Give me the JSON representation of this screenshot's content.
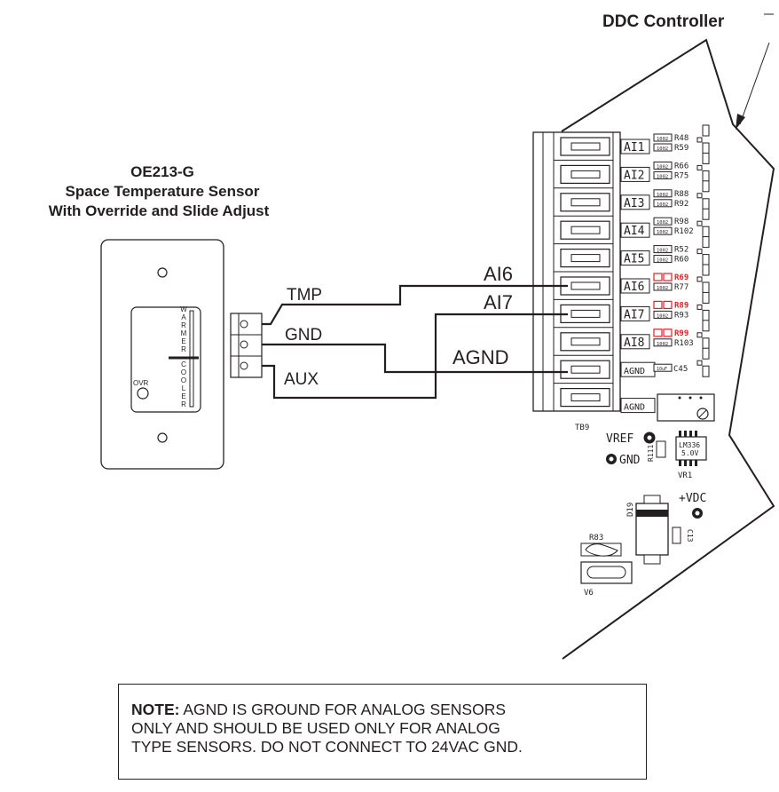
{
  "controller": {
    "title": "DDC Controller",
    "terminal_block": "TB9",
    "inputs": [
      "AI1",
      "AI2",
      "AI3",
      "AI4",
      "AI5",
      "AI6",
      "AI7",
      "AI8",
      "AGND",
      "AGND"
    ],
    "resistors": [
      [
        "R48",
        "R59"
      ],
      [
        "R66",
        "R75"
      ],
      [
        "R88",
        "R92"
      ],
      [
        "R98",
        "R102"
      ],
      [
        "R52",
        "R60"
      ],
      [
        "R69",
        "R77"
      ],
      [
        "R89",
        "R93"
      ],
      [
        "R99",
        "R103"
      ],
      [
        "C45",
        ""
      ]
    ],
    "resistor_code": "1002",
    "cap_code": "10uF",
    "red_color": "#ed1c24",
    "vref_label": "VREF",
    "gnd_label": "GND",
    "vdc_label": "+VDC",
    "r111": "R111",
    "vr1": "VR1",
    "lm336_line1": "LM336",
    "lm336_line2": "5.0V",
    "d19": "D19",
    "c13": "C13",
    "r83": "R83",
    "v6": "V6"
  },
  "sensor": {
    "model": "OE213-G",
    "line2": "Space Temperature Sensor",
    "line3": "With Override and Slide Adjust",
    "warmer": [
      "W",
      "A",
      "R",
      "M",
      "E",
      "R"
    ],
    "cooler": [
      "C",
      "O",
      "O",
      "L",
      "E",
      "R"
    ],
    "ovr": "OVR"
  },
  "wires": {
    "tmp": "TMP",
    "gnd": "GND",
    "aux": "AUX",
    "ai6": "AI6",
    "ai7": "AI7",
    "agnd": "AGND"
  },
  "note": {
    "lead": "NOTE:",
    "line1": " AGND IS GROUND FOR ANALOG SENSORS",
    "line2": "ONLY AND SHOULD BE USED ONLY FOR ANALOG",
    "line3": "TYPE SENSORS. DO NOT CONNECT TO 24VAC GND."
  }
}
